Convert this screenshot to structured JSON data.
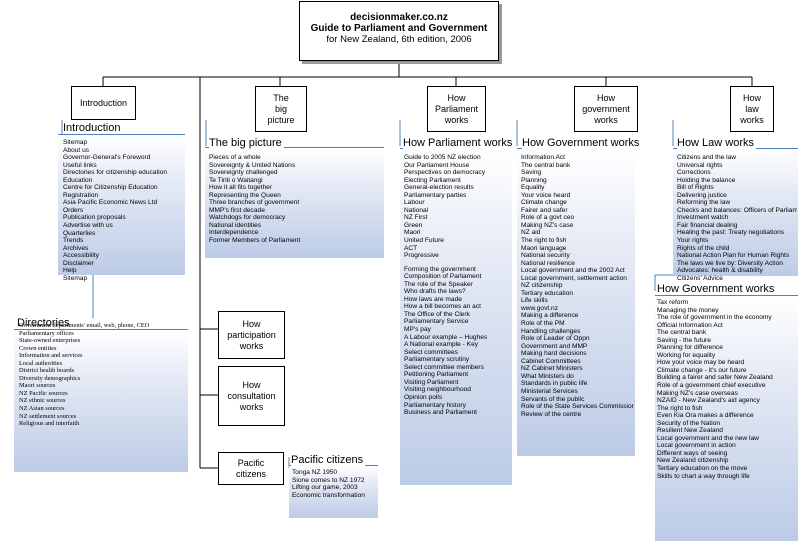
{
  "root": {
    "site": "decisionmaker.co.nz",
    "title": "Guide to Parliament and Government",
    "edition": "for New Zealand, 6th edition, 2006"
  },
  "nodes": {
    "introduction": "Introduction",
    "big_picture": "The\nbig\npicture",
    "parliament": "How\nParliament\nworks",
    "government": "How\ngovernment\nworks",
    "law": "How\nlaw\nworks",
    "participation": "How\nparticipation\nworks",
    "consultation": "How\nconsultation\nworks",
    "pacific": "Pacific\ncitizens"
  },
  "panels": {
    "introduction": {
      "title": "Introduction",
      "items": [
        "Sitemap",
        "About us",
        "Governor-General's Foreword",
        "Useful links",
        "Directories for citizenship education",
        "Education",
        "Centre for Citizenship Education",
        "Registration",
        "Asia Pacific Economic News Ltd",
        "Orders",
        "Publication proposals",
        "Advertise with us",
        "Quarterlies",
        "Trends",
        "Archives",
        "Accessibility",
        "Disclaimer",
        "Help",
        "Sitemap"
      ]
    },
    "directories": {
      "title": "Directories",
      "items": [
        "Government departments' email, web, phone, CEO",
        "Parliamentary offices",
        "State-owned enterprises",
        "Crown entities",
        "Information and services",
        "Local authorities",
        "District health boards",
        "Diversity demographics",
        "Maori sources",
        "NZ Pacific sources",
        "NZ ethnic sources",
        "NZ Asian sources",
        "NZ settlement sources",
        "Religious and interfaith"
      ]
    },
    "big_picture": {
      "title": "The big picture",
      "items": [
        "Pieces of a whole",
        "Sovereignty & United Nations",
        "Sovereignty challenged",
        "Te Tiriti o Waitangi",
        "How it all fits together",
        "Representing the Queen",
        "Three branches of government",
        "MMP's first decade",
        "Watchdogs for democracy",
        "National identities",
        "Interdependence",
        "Former Members of Parliament"
      ]
    },
    "parliament": {
      "title": "How Parliament works",
      "group1": [
        "Guide to 2005 NZ election",
        "Our Parliament House",
        "Perspectives on democracy",
        "Electing Parliament",
        "General-election results",
        "Parliamentary parties",
        "Labour",
        "National",
        "NZ First",
        "Green",
        "Maori",
        "United Future",
        "ACT",
        "Progressive"
      ],
      "group2": [
        "Forming the government",
        "Composition of Parliament",
        "The role of the Speaker",
        "Who drafts the laws?",
        "How laws are made",
        "How a bill becomes an act",
        "The Office of the Clerk",
        "Parliamentary Service",
        "MP's pay",
        "A Labour example – Hughes",
        "A National example - Key",
        "Select committees",
        "Parliamentary scrutiny",
        "Select committee members",
        "Petitioning Parliament",
        "Visiting Parliament",
        "Visiting neighbourhood",
        "Opinion polls",
        "Parliamentary history",
        "Business and Parliament"
      ]
    },
    "government": {
      "title": "How Government works",
      "items": [
        "Information Act",
        "The central bank",
        "Saving",
        "Planning",
        "Equality",
        "Your voice heard",
        "Climate change",
        "Fairer and safer",
        "Role of a govt ceo",
        "Making NZ's case",
        "NZ aid",
        "The right to fish",
        "Maori language",
        "National security",
        "National resilience",
        "Local government and the 2002 Act",
        "Local government, settlement action",
        "NZ citizenship",
        "Tertiary education",
        "Life skills",
        "www.govt.nz",
        "Making a difference",
        "Role of the PM",
        "Handling challenges",
        "Role of Leader of Oppn",
        "Government and MMP",
        "Making hard decisions",
        "Cabinet Committees",
        "NZ Cabinet Ministers",
        "What Ministers do",
        "Standards in public life",
        "Ministerial Services",
        "Servants of the public",
        "Role of the State Services Commission",
        "Review of the centre"
      ]
    },
    "law": {
      "title": "How Law works",
      "items": [
        "Citizens and the law",
        "Universal rights",
        "Corrections",
        "Holding the balance",
        "Bill of Rights",
        "Delivering justice",
        "Reforming the law",
        "Checks and balances: Officers of Parliament",
        "Investment watch",
        "Fair financial dealing",
        "Healing the past: Treaty negotiations",
        "Your rights",
        "Rights of the child",
        "National Action Plan for Human Rights",
        "The laws we live by: Diversity Action",
        "Advocates: health & disability",
        "Citizens' Advice"
      ]
    },
    "government2": {
      "title": "How Government works",
      "items": [
        "Tax reform",
        "Managing the money",
        "The role of government in the economy",
        "Official Information Act",
        "The central bank",
        "Saving - the future",
        "Planning for difference",
        "Working for equality",
        "How your voice may be heard",
        "Climate change - it's our future",
        "Building a fairer and safer New Zealand",
        "Role of a government chief executive",
        "Making NZ's case overseas",
        "NZAID - New Zealand's aid agency",
        "The right to fish",
        "Even Kia Ora makes a difference",
        "Security of the Nation",
        "Resilient New Zealand",
        "Local government and the new law",
        "Local government in action",
        "Different ways of seeing",
        "New Zealand citizenship",
        "Tertiary education on the move",
        "Skills to chart a way through life"
      ]
    },
    "pacific": {
      "title": "Pacific citizens",
      "items": [
        "Tonga NZ 1950",
        "Sione comes to NZ 1972",
        "Lifting our game, 2003",
        "Economic transformation"
      ]
    }
  }
}
